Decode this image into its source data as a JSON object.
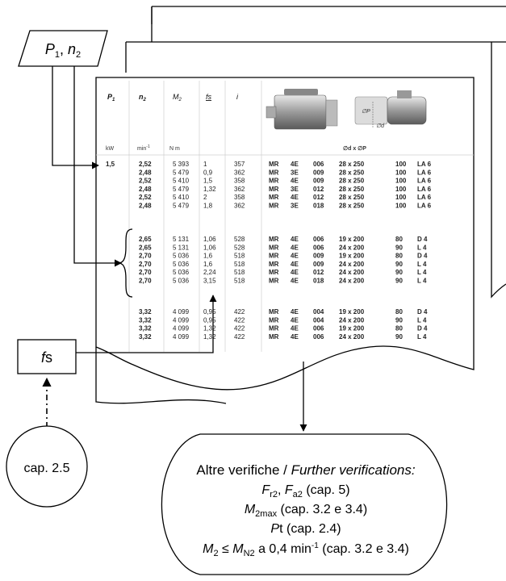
{
  "input_box": {
    "p": "P",
    "p_sub": "1",
    "sep": ", ",
    "n": "n",
    "n_sub": "2"
  },
  "fs_box": {
    "f": "f",
    "s": "s"
  },
  "cap_circle": {
    "label": "cap. 2.5"
  },
  "table": {
    "headers": [
      {
        "main": "P",
        "sub": "1",
        "bold": true
      },
      {
        "main": "n",
        "sub": "2",
        "bold": true
      },
      {
        "main": "M",
        "sub": "2",
        "bold": false
      },
      {
        "main": "fs",
        "sub": "",
        "bold": false,
        "underline": true
      },
      {
        "main": "i",
        "sub": "",
        "bold": false
      }
    ],
    "units": {
      "p": "kW",
      "n": "min",
      "n_exp": "-1",
      "m": "N m",
      "dim": "∅d x ∅P"
    },
    "image_labels": {
      "p": "∅P",
      "d": "∅d"
    },
    "p1_value": "1,5",
    "groups": [
      [
        [
          "2,52",
          "5 393",
          "1",
          "357",
          "MR",
          "4E",
          "006",
          "28 x 250",
          "100",
          "LA 6"
        ],
        [
          "2,48",
          "5 479",
          "0,9",
          "362",
          "MR",
          "3E",
          "009",
          "28 x 250",
          "100",
          "LA 6"
        ],
        [
          "2,52",
          "5 410",
          "1,5",
          "358",
          "MR",
          "4E",
          "009",
          "28 x 250",
          "100",
          "LA 6"
        ],
        [
          "2,48",
          "5 479",
          "1,32",
          "362",
          "MR",
          "3E",
          "012",
          "28 x 250",
          "100",
          "LA 6"
        ],
        [
          "2,52",
          "5 410",
          "2",
          "358",
          "MR",
          "4E",
          "012",
          "28 x 250",
          "100",
          "LA 6"
        ],
        [
          "2,48",
          "5 479",
          "1,8",
          "362",
          "MR",
          "3E",
          "018",
          "28 x 250",
          "100",
          "LA 6"
        ]
      ],
      [
        [
          "2,65",
          "5 131",
          "1,06",
          "528",
          "MR",
          "4E",
          "006",
          "19 x 200",
          "80",
          "D 4"
        ],
        [
          "2,65",
          "5 131",
          "1,06",
          "528",
          "MR",
          "4E",
          "006",
          "24 x 200",
          "90",
          "L 4"
        ],
        [
          "2,70",
          "5 036",
          "1,6",
          "518",
          "MR",
          "4E",
          "009",
          "19 x 200",
          "80",
          "D 4"
        ],
        [
          "2,70",
          "5 036",
          "1,6",
          "518",
          "MR",
          "4E",
          "009",
          "24 x 200",
          "90",
          "L 4"
        ],
        [
          "2,70",
          "5 036",
          "2,24",
          "518",
          "MR",
          "4E",
          "012",
          "24 x 200",
          "90",
          "L 4"
        ],
        [
          "2,70",
          "5 036",
          "3,15",
          "518",
          "MR",
          "4E",
          "018",
          "24 x 200",
          "90",
          "L 4"
        ]
      ],
      [
        [
          "3,32",
          "4 099",
          "0,95",
          "422",
          "MR",
          "4E",
          "004",
          "19 x 200",
          "80",
          "D 4"
        ],
        [
          "3,32",
          "4 099",
          "0,95",
          "422",
          "MR",
          "4E",
          "004",
          "24 x 200",
          "90",
          "L 4"
        ],
        [
          "3,32",
          "4 099",
          "1,32",
          "422",
          "MR",
          "4E",
          "006",
          "19 x 200",
          "80",
          "D 4"
        ],
        [
          "3,32",
          "4 099",
          "1,32",
          "422",
          "MR",
          "4E",
          "006",
          "24 x 200",
          "90",
          "L 4"
        ]
      ]
    ]
  },
  "verification": {
    "title_plain": "Altre verifiche / ",
    "title_italic": "Further verifications:",
    "lines": [
      [
        {
          "t": "F",
          "i": true
        },
        {
          "t": "r2",
          "sub": true
        },
        {
          "t": ", "
        },
        {
          "t": "F",
          "i": true
        },
        {
          "t": "a2",
          "sub": true
        },
        {
          "t": " (cap. 5)"
        }
      ],
      [
        {
          "t": "M",
          "i": true
        },
        {
          "t": "2max",
          "sub": true
        },
        {
          "t": " (cap. 3.2 e 3.4)"
        }
      ],
      [
        {
          "t": "P",
          "i": true
        },
        {
          "t": "t"
        },
        {
          "t": " (cap. 2.4)"
        }
      ],
      [
        {
          "t": "M",
          "i": true
        },
        {
          "t": "2",
          "sub": true
        },
        {
          "t": " ≤ "
        },
        {
          "t": "M",
          "i": true
        },
        {
          "t": "N2",
          "sub": true
        },
        {
          "t": " a 0,4 min"
        },
        {
          "t": "-1",
          "sup": true
        },
        {
          "t": " (cap. 3.2 e 3.4)"
        }
      ]
    ]
  }
}
